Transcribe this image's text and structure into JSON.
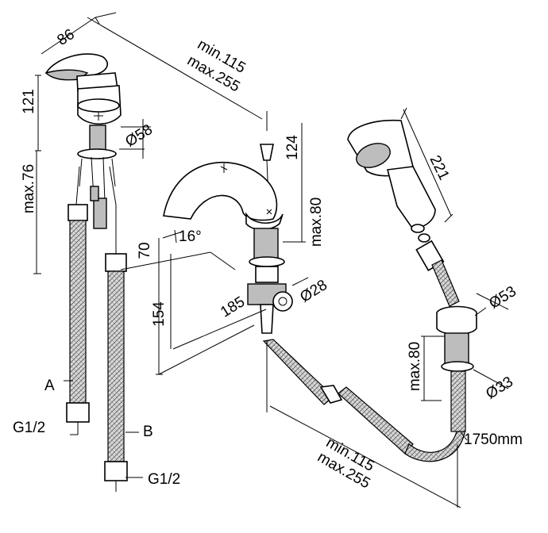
{
  "dimensions": {
    "width_86": "86",
    "height_121": "121",
    "diameter_58": "Ø58",
    "max_76": "max.76",
    "reach_min": "min.115",
    "reach_max": "max.255",
    "height_124": "124",
    "angle": "16°",
    "max_80_spout": "max.80",
    "height_70": "70",
    "diameter_28": "Ø28",
    "depth_185": "185",
    "height_154": "154",
    "length_221": "221",
    "diameter_53": "Ø53",
    "max_80_hand": "max.80",
    "diameter_33": "Ø33",
    "hose_length": "1750mm",
    "bottom_min": "min.115",
    "bottom_max": "max.255"
  },
  "labels": {
    "hose_a": "A",
    "hose_b": "B",
    "thread_a": "G1/2",
    "thread_b": "G1/2"
  }
}
